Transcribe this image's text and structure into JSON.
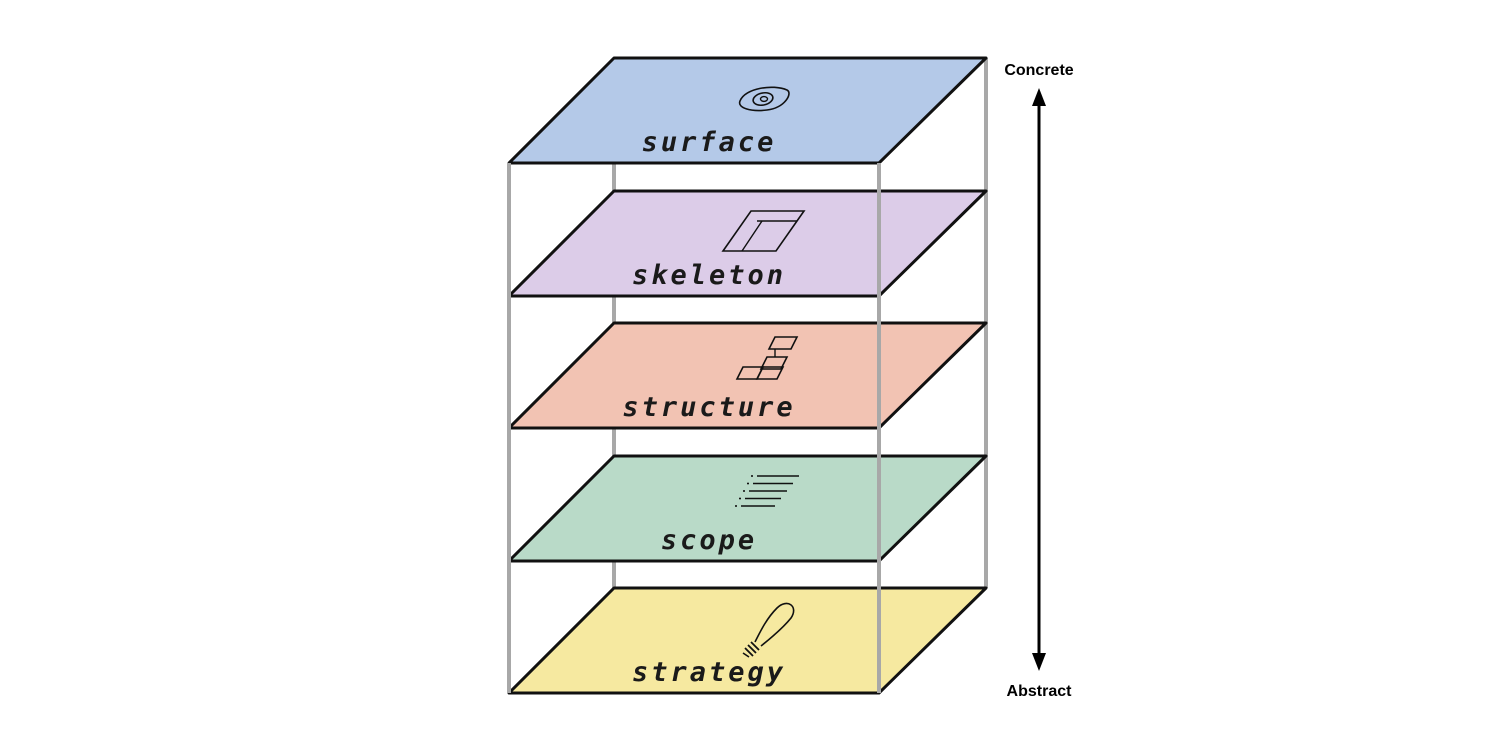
{
  "axis": {
    "top_label": "Concrete",
    "bottom_label": "Abstract"
  },
  "planes": [
    {
      "id": "surface",
      "label": "surface",
      "color": "#b4c9e8",
      "icon": "eye-icon"
    },
    {
      "id": "skeleton",
      "label": "skeleton",
      "color": "#dccce8",
      "icon": "wireframe-icon"
    },
    {
      "id": "structure",
      "label": "structure",
      "color": "#f2c3b3",
      "icon": "flowchart-icon"
    },
    {
      "id": "scope",
      "label": "scope",
      "color": "#b9dac8",
      "icon": "list-icon"
    },
    {
      "id": "strategy",
      "label": "strategy",
      "color": "#f6e9a0",
      "icon": "lightbulb-icon"
    }
  ]
}
